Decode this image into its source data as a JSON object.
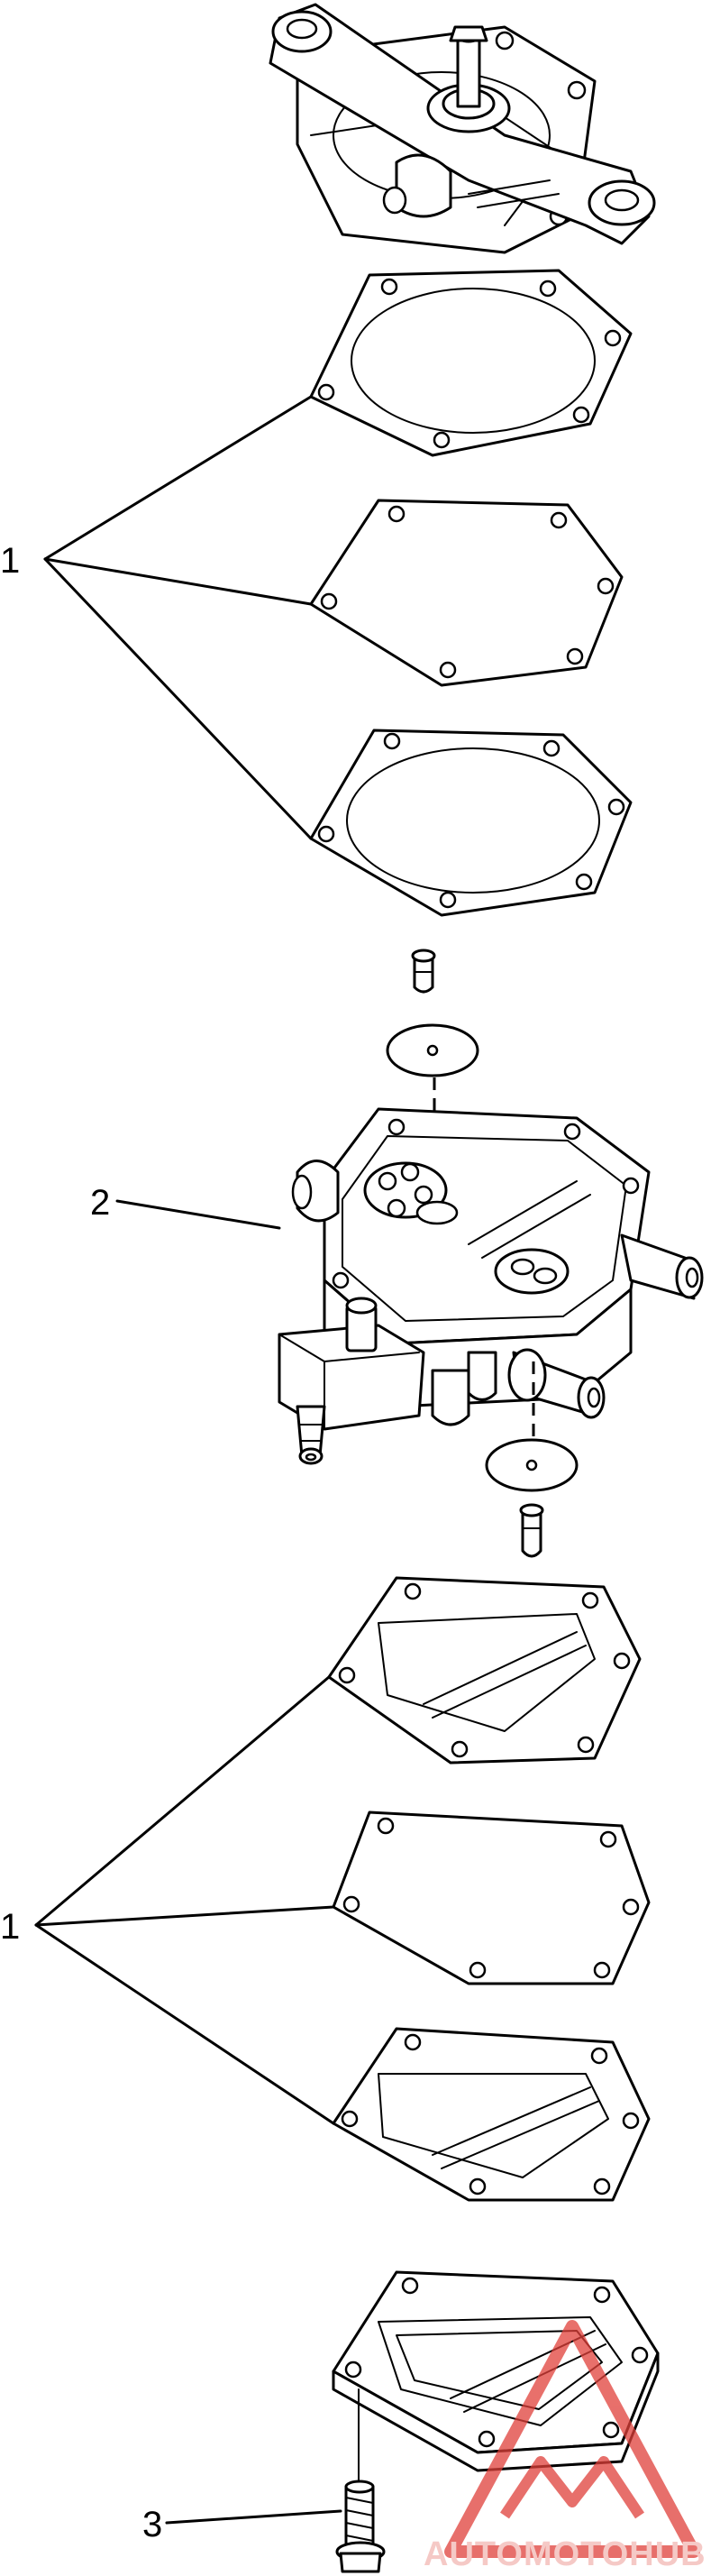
{
  "callouts": [
    {
      "id": "1"
    },
    {
      "id": "2"
    },
    {
      "id": "3"
    }
  ],
  "labels": {
    "gasket_top": "1",
    "pump_body": "2",
    "gasket_bottom": "1",
    "bolt": "3"
  },
  "watermark": {
    "text": "AUTOMOTOHUB",
    "color": "#e0403a",
    "text_color": "#f2b8b4"
  },
  "colors": {
    "line": "#000000",
    "background": "#ffffff"
  }
}
